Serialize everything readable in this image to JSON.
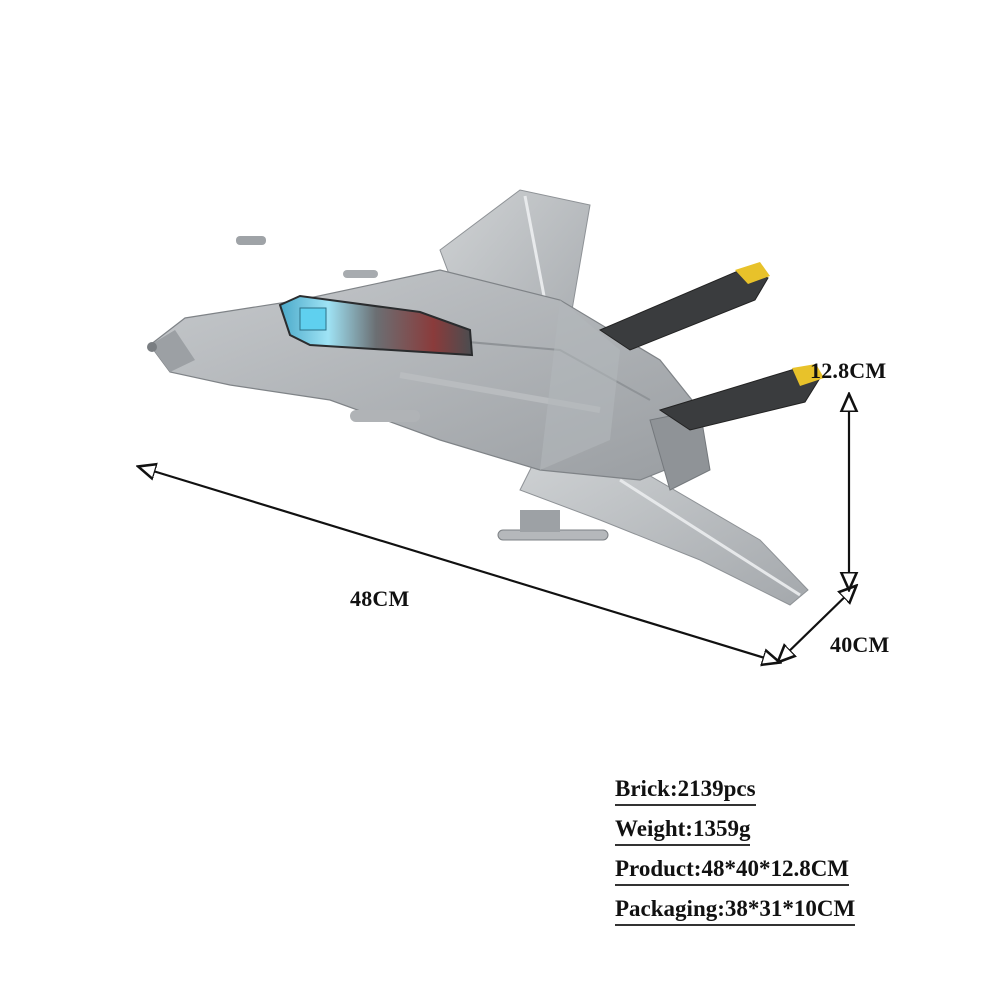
{
  "product": {
    "subject": "brick-built swing-wing fighter jet model",
    "colors": {
      "body": "#a9adb1",
      "body_light": "#c4c7ca",
      "body_dark": "#8c9094",
      "tail_fins": "#3a3c3e",
      "fin_tips": "#e8c22a",
      "canopy_tint": "#5ec8e6",
      "annotation": "#111111"
    }
  },
  "dimensions": {
    "length_label": "48CM",
    "width_label": "40CM",
    "height_label": "12.8CM"
  },
  "specs": {
    "brick": "Brick:2139pcs",
    "weight": "Weight:1359g",
    "product": "Product:48*40*12.8CM",
    "packaging": "Packaging:38*31*10CM"
  }
}
